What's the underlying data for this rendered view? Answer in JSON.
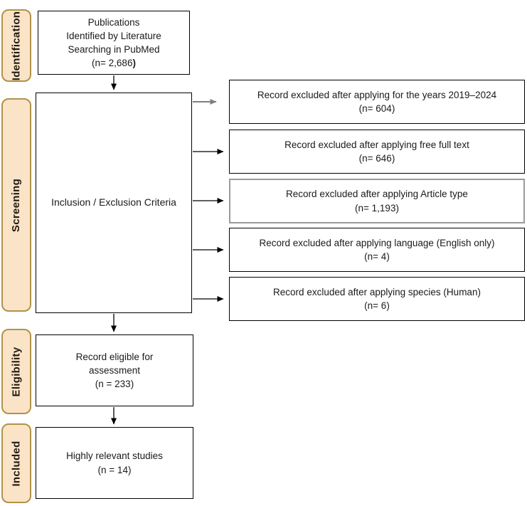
{
  "diagram": {
    "stages": [
      {
        "label": "Identification"
      },
      {
        "label": "Screening"
      },
      {
        "label": "Eligibility"
      },
      {
        "label": "Included"
      }
    ],
    "publications_box": {
      "lines": [
        "Publications",
        "Identified by Literature",
        "Searching in PubMed"
      ],
      "count": "(n= 2,686",
      "count_bold": ")"
    },
    "criteria_box": {
      "text": "Inclusion / Exclusion Criteria"
    },
    "excluded_boxes": [
      {
        "text": "Record excluded after applying for the years 2019–2024",
        "count": "(n= 604)"
      },
      {
        "text": "Record excluded after applying free full text",
        "count": "(n= 646)"
      },
      {
        "text": "Record excluded after applying Article type",
        "count": "(n= 1,193)"
      },
      {
        "text": "Record excluded after applying language (English only)",
        "count": "(n= 4)"
      },
      {
        "text": "Record excluded after applying species (Human)",
        "count": "(n= 6)"
      }
    ],
    "eligible_box": {
      "lines": [
        "Record eligible for",
        "assessment"
      ],
      "count": "(n = 233)"
    },
    "included_box": {
      "text": "Highly relevant studies",
      "count": "(n = 14)"
    },
    "colors": {
      "stage_fill": "#fbe3c8",
      "stage_border": "#b09348",
      "box_border": "#000000",
      "muted_box_border": "#9a9a9a",
      "gray_arrow": "#7f7f7f",
      "black_arrow": "#000000"
    }
  }
}
